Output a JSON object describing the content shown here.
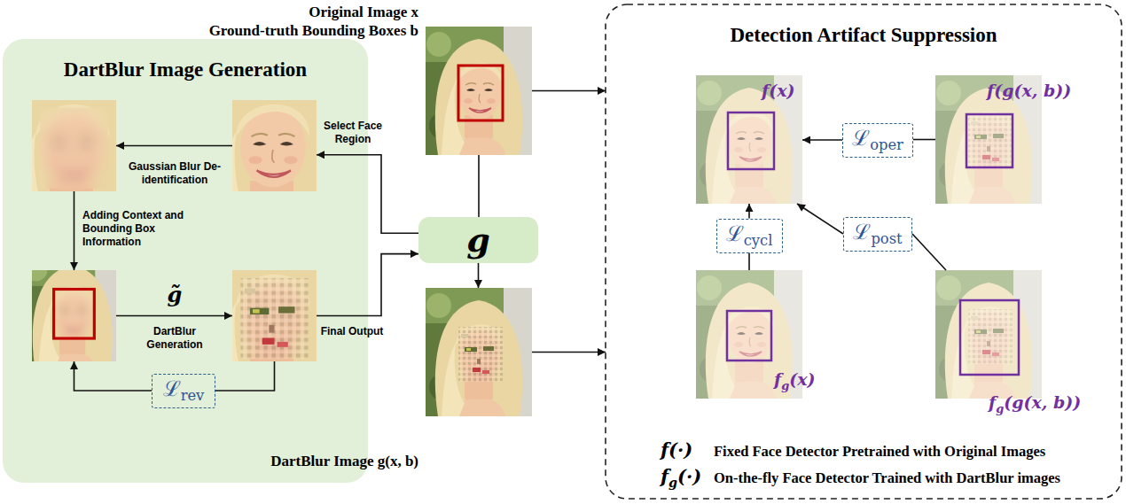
{
  "diagram": {
    "nodes": [
      {
        "text": [
          "DartBlur Image Generation"
        ]
      },
      {
        "text": [],
        "in": 0
      },
      {
        "text": [],
        "in": 0
      },
      {
        "text": [],
        "in": 0
      },
      {
        "text": [],
        "in": 0
      },
      {
        "text": [
          "ℒ",
          "rev"
        ],
        "in": 0
      },
      {
        "text": [
          "Original Image x",
          "Ground-truth Bounding Boxes b"
        ]
      },
      {
        "text": [
          "g"
        ]
      },
      {
        "text": [
          "DartBlur Image g(x, b)"
        ]
      },
      {
        "text": [
          "Detection Artifact Suppression"
        ]
      },
      {
        "text": [
          "f(x)"
        ],
        "in": 9
      },
      {
        "text": [
          "f(g(x, b))"
        ],
        "in": 9
      },
      {
        "text": [
          "f",
          "g",
          "(x)"
        ],
        "in": 9
      },
      {
        "text": [
          "f",
          "g",
          "(g(x, b))"
        ],
        "in": 9
      },
      {
        "text": [
          "ℒ",
          "oper"
        ],
        "in": 9
      },
      {
        "text": [
          "ℒ",
          "cycl"
        ],
        "in": 9
      },
      {
        "text": [
          "ℒ",
          "post"
        ],
        "in": 9
      }
    ],
    "edges": [
      {
        "from": 6,
        "to": 7,
        "arrow": "none"
      },
      {
        "from": 7,
        "to": 1,
        "arrow": "to",
        "label": "Select Face Region"
      },
      {
        "from": 1,
        "to": 2,
        "arrow": "to",
        "label": "Gaussian Blur De-identification"
      },
      {
        "from": 2,
        "to": 3,
        "arrow": "to",
        "label": "Adding Context and Bounding Box Information"
      },
      {
        "from": 3,
        "to": 4,
        "arrow": "to",
        "label": "g̃"
      },
      {
        "from": 4,
        "to": 5,
        "arrow": "none"
      },
      {
        "from": 5,
        "to": 3,
        "arrow": "to"
      },
      {
        "from": 4,
        "to": 7,
        "arrow": "to",
        "label": "Final Output"
      },
      {
        "from": 7,
        "to": 8,
        "arrow": "to"
      },
      {
        "from": 6,
        "to": 9,
        "arrow": "to"
      },
      {
        "from": 8,
        "to": 9,
        "arrow": "to"
      },
      {
        "from": 11,
        "to": 14,
        "arrow": "none"
      },
      {
        "from": 14,
        "to": 10,
        "arrow": "to"
      },
      {
        "from": 12,
        "to": 15,
        "arrow": "none"
      },
      {
        "from": 15,
        "to": 10,
        "arrow": "to"
      },
      {
        "from": 13,
        "to": 16,
        "arrow": "none"
      },
      {
        "from": 16,
        "to": 10,
        "arrow": "to"
      }
    ],
    "labels": [
      "DartBlur Generation",
      "f(·)",
      "Fixed Face Detector Pretrained with Original Images",
      "f",
      "g",
      "(·)",
      "On-the-fly Face Detector Trained with DartBlur images"
    ]
  }
}
